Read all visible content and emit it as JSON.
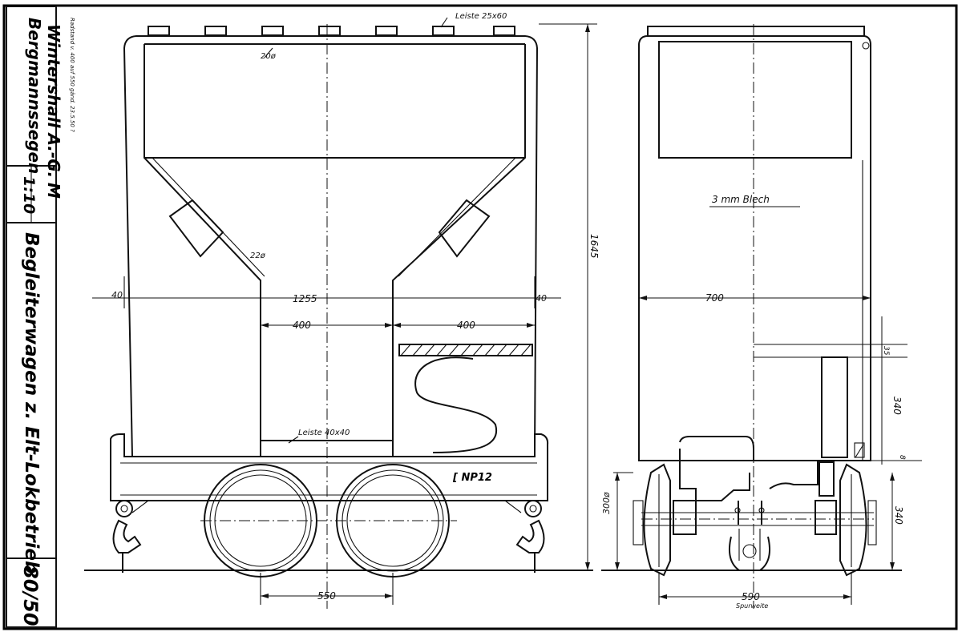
{
  "title_block": {
    "company_line1": "Wintershall A.-G.",
    "company_line2": "Bergmannssegen",
    "scale_label": "M",
    "scale_value": "1:10",
    "drawing_title": "Begleiterwagen z. Elt-Lokbetrieb",
    "drawing_number": "80/50",
    "note": "Radstand v. 400 auf 550 gänd. 23.5.50 ?"
  },
  "front_view": {
    "labels": {
      "top_strip": "Leiste 25x60",
      "bolt_top": "20ø",
      "bolt_side": "22ø",
      "inner_strip": "Leiste 40x40",
      "channel": "[ NP12"
    },
    "dimensions": {
      "height_total": "1645",
      "width_total": "1255",
      "margin_left": "40",
      "margin_right": "40",
      "opening_left": "400",
      "opening_right": "400",
      "wheelbase": "550"
    }
  },
  "side_view": {
    "labels": {
      "sheet": "3 mm Blech",
      "gauge_note": "Spurweite"
    },
    "dimensions": {
      "body_width": "700",
      "ledge": "35",
      "upper_height": "340",
      "lower_height": "340",
      "wheel_dia": "300ø",
      "gauge": "590",
      "small": "8"
    }
  }
}
